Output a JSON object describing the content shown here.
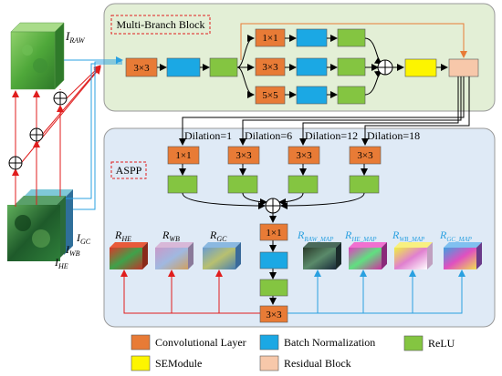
{
  "multi_branch": {
    "title": "Multi-Branch Block",
    "convs": [
      "3×3",
      "1×1",
      "3×3",
      "5×5"
    ]
  },
  "aspp": {
    "title": "ASPP",
    "convs": [
      "1×1",
      "3×3",
      "3×3",
      "3×3"
    ],
    "dilations": [
      "Dilation=1",
      "Dilation=6",
      "Dilation=12",
      "Dilation=18"
    ],
    "center_convs": [
      "1×1",
      "3×3"
    ]
  },
  "inputs": {
    "raw": {
      "main": "I",
      "sub": "RAW"
    },
    "gc": {
      "main": "I",
      "sub": "GC"
    },
    "wb": {
      "main": "I",
      "sub": "WB"
    },
    "he": {
      "main": "I",
      "sub": "HE"
    }
  },
  "outputs": [
    {
      "main": "R",
      "sub": "HE"
    },
    {
      "main": "R",
      "sub": "WB"
    },
    {
      "main": "R",
      "sub": "GC"
    },
    {
      "main": "R",
      "sub": "RAW_MAP"
    },
    {
      "main": "R",
      "sub": "HE_MAP"
    },
    {
      "main": "R",
      "sub": "WB_MAP"
    },
    {
      "main": "R",
      "sub": "GC_MAP"
    }
  ],
  "legend": {
    "conv": "Convolutional Layer",
    "bn": "Batch Normalization",
    "relu": "ReLU",
    "se": "SEModule",
    "res": "Residual Block"
  },
  "colors": {
    "conv": "#e87b36",
    "bn": "#1ba8e4",
    "relu": "#84c541",
    "se": "#fdf500",
    "res": "#f7c8aa",
    "panel_green": "#e3efd6",
    "panel_blue": "#dfeaf6",
    "arrow_red": "#e01d1d",
    "arrow_blue": "#2aa0e0"
  }
}
